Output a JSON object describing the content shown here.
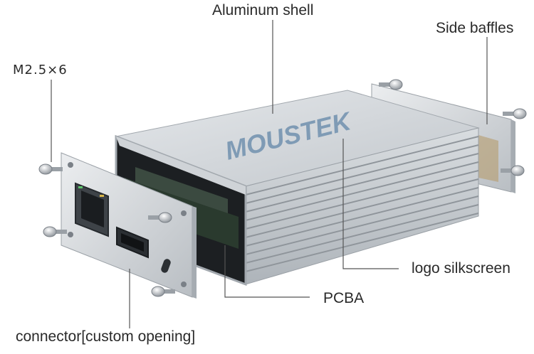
{
  "labels": {
    "aluminum_shell": "Aluminum shell",
    "side_baffles": "Side baffles",
    "screw_spec": "M2.5×6",
    "logo_silkscreen": "logo silkscreen",
    "pcba": "PCBA",
    "connector": "connector[custom opening]"
  },
  "product": {
    "logo_text": "MOUSTEK"
  },
  "colors": {
    "shell": "#c9cdd1",
    "shell_dark": "#9aa0a6",
    "logo": "#7f9bb5",
    "leader_line": "#555555",
    "pcb": "#1e2a22"
  },
  "icons": [
    "screw-icon",
    "rj45-port-icon",
    "hdmi-port-icon",
    "usb-c-port-icon"
  ]
}
